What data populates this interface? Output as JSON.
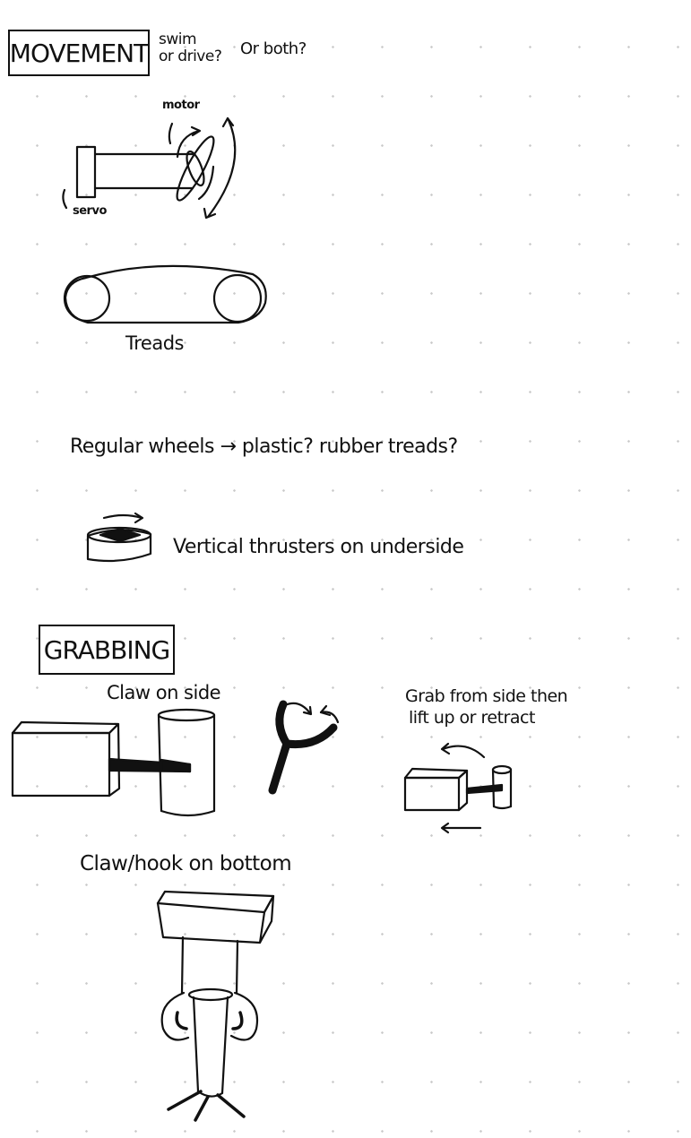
{
  "movement": {
    "title": "MOVEMENT",
    "note_swim": "swim",
    "note_drive": "or drive?",
    "note_both": "Or both?",
    "motor_label": "motor",
    "servo_label": "servo",
    "treads_label": "Treads",
    "wheels_note": "Regular wheels → plastic? rubber treads?",
    "thrusters_note": "Vertical thrusters on underside"
  },
  "grabbing": {
    "title": "GRABBING",
    "claw_side_label": "Claw on side",
    "grab_note_line1": "Grab from side then",
    "grab_note_line2": "lift up or retract",
    "claw_bottom_label": "Claw/hook on bottom"
  }
}
